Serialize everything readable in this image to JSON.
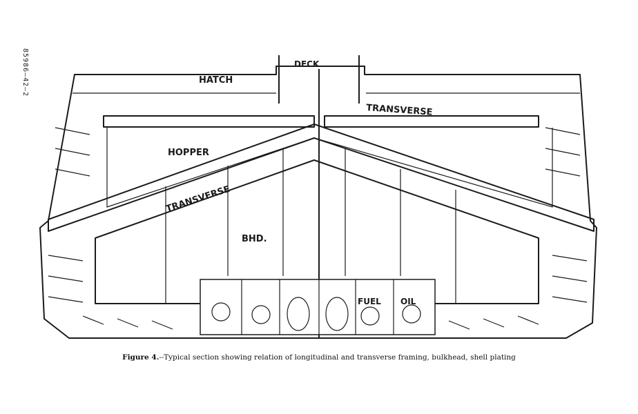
{
  "labels": {
    "hatch": "HATCH",
    "deck": "DECK",
    "transverse_upper": "TRANSVERSE",
    "hopper": "HOPPER",
    "transverse_lower": "TRANSVERSE",
    "bhd": "BHD.",
    "fuel": "FUEL",
    "oil": "OIL"
  },
  "caption": {
    "figure_label": "Figure 4.",
    "text": "--Typical section showing relation of longitudinal and transverse framing, bulkhead, shell plating"
  },
  "margin_code": "85986—42—2"
}
